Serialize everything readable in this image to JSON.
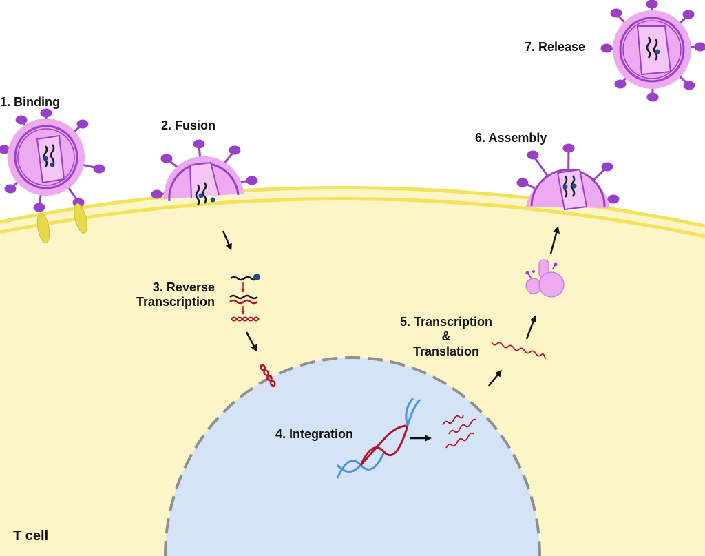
{
  "labels": {
    "binding": "1. Binding",
    "fusion": "2. Fusion",
    "reverse_1": "3. Reverse",
    "reverse_2": "Transcription",
    "integration": "4. Integration",
    "transcription_1": "5. Transcription",
    "transcription_2": "&",
    "transcription_3": "Translation",
    "assembly": "6. Assembly",
    "release": "7. Release",
    "cell": "T cell"
  },
  "colors": {
    "cytoplasm": "#fcf5c8",
    "membrane": "#f2e35a",
    "nucleus": "#d4e3f5",
    "nuclear_envelope": "#8f8f8f",
    "virus_fill": "#edaaf0",
    "virus_outline": "#9a3fc7",
    "viral_rna": "#1a1a1a",
    "host_dna": "#4d93d6",
    "viral_dna": "#b5122a",
    "enzyme": "#1e4d8c",
    "receptor": "#e6d94a"
  }
}
